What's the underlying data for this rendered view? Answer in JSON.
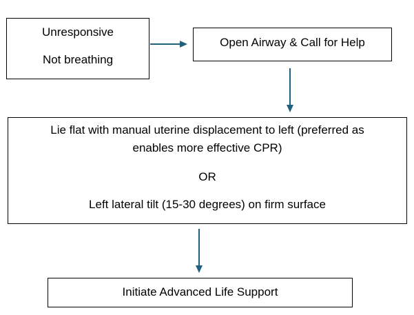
{
  "nodes": {
    "unresponsive": {
      "line1": "Unresponsive",
      "line2": "Not breathing"
    },
    "airway": {
      "line1": "Open Airway & Call for Help"
    },
    "positioning": {
      "line1": "Lie flat with manual uterine displacement to left (preferred as",
      "line2": "enables more effective CPR)",
      "line3": "OR",
      "line4": "Left lateral tilt (15-30 degrees) on firm surface"
    },
    "als": {
      "line1": "Initiate Advanced Life Support"
    }
  },
  "colors": {
    "arrow": "#1f5f80",
    "border": "#000000"
  }
}
